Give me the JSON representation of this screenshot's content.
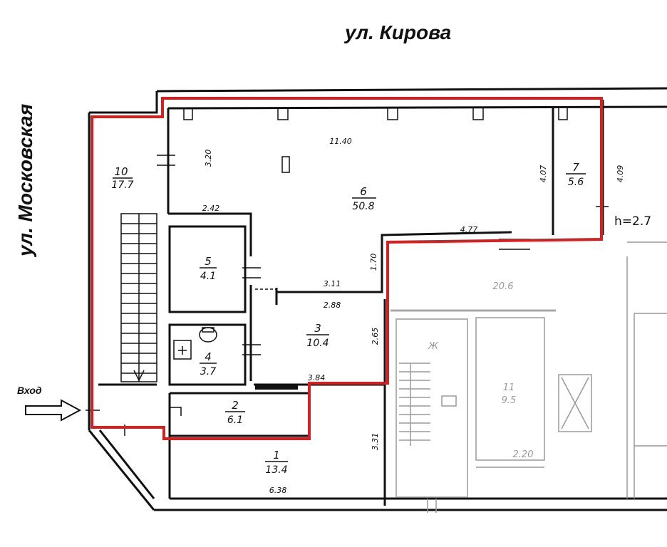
{
  "streets": {
    "top": "ул. Кирова",
    "left": "ул. Московская"
  },
  "entrance_label": "Вход",
  "ceiling_height": "h=2.7",
  "rooms": [
    {
      "num": "10",
      "area": "17.7"
    },
    {
      "num": "6",
      "area": "50.8"
    },
    {
      "num": "7",
      "area": "5.6"
    },
    {
      "num": "5",
      "area": "4.1"
    },
    {
      "num": "4",
      "area": "3.7"
    },
    {
      "num": "3",
      "area": "10.4"
    },
    {
      "num": "2",
      "area": "6.1"
    },
    {
      "num": "1",
      "area": "13.4"
    }
  ],
  "dimensions": {
    "d_11_40": "11.40",
    "d_3_20": "3.20",
    "d_4_07": "4.07",
    "d_4_09": "4.09",
    "d_2_42": "2.42",
    "d_4_77": "4.77",
    "d_1_70": "1.70",
    "d_3_11": "3.11",
    "d_2_88": "2.88",
    "d_2_65": "2.65",
    "d_3_84": "3.84",
    "d_3_31": "3.31",
    "d_6_38": "6.38"
  },
  "adjacent": {
    "room_a": "20.6",
    "room_b_num": "11",
    "room_b_area": "9.5",
    "dim": "2.20",
    "stair_mark": "Ж"
  },
  "colors": {
    "outline": "#d42020",
    "wall": "#111111",
    "faint": "#9a9a9a"
  }
}
